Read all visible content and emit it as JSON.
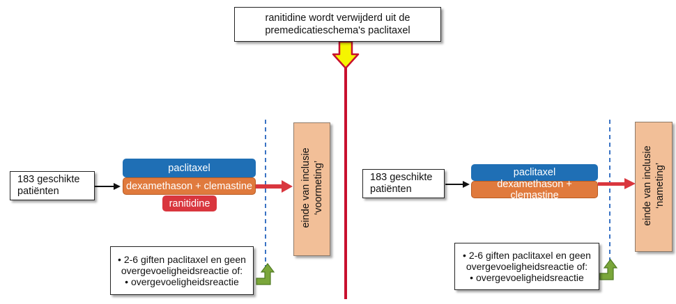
{
  "top_note": "ranitidine wordt verwijderd uit de premedicatieschema's paclitaxel",
  "left_phase": {
    "patients": "183 geschikte patiënten",
    "drug_primary": "paclitaxel",
    "drug_premed": "dexamethason + clemastine",
    "drug_removed": "ranitidine",
    "end_label_line1": "einde van inclusie",
    "end_label_line2": "‘voormeting’",
    "criteria_line1": "• 2-6 giften paclitaxel en geen",
    "criteria_line2": "overgevoeligheidsreactie of:",
    "criteria_line3": "• overgevoeligheidsreactie"
  },
  "right_phase": {
    "patients": "183 geschikte patiënten",
    "drug_primary": "paclitaxel",
    "drug_premed": "dexamethason + clemastine",
    "end_label_line1": "einde van inclusie",
    "end_label_line2": "‘nameting’",
    "criteria_line1": "• 2-6 giften paclitaxel en geen",
    "criteria_line2": "overgevoeligheidsreactie of:",
    "criteria_line3": "• overgevoeligheidsreactie"
  },
  "colors": {
    "paclitaxel": "#1f6fb5",
    "premedication": "#e07a3d",
    "ranitidine": "#d9363e",
    "end_box": "#f2bf98",
    "divider": "#c8102e",
    "down_arrow_fill": "#f5f500",
    "green_arrow": "#7aa63a",
    "dashed_line": "#3a73c4"
  }
}
